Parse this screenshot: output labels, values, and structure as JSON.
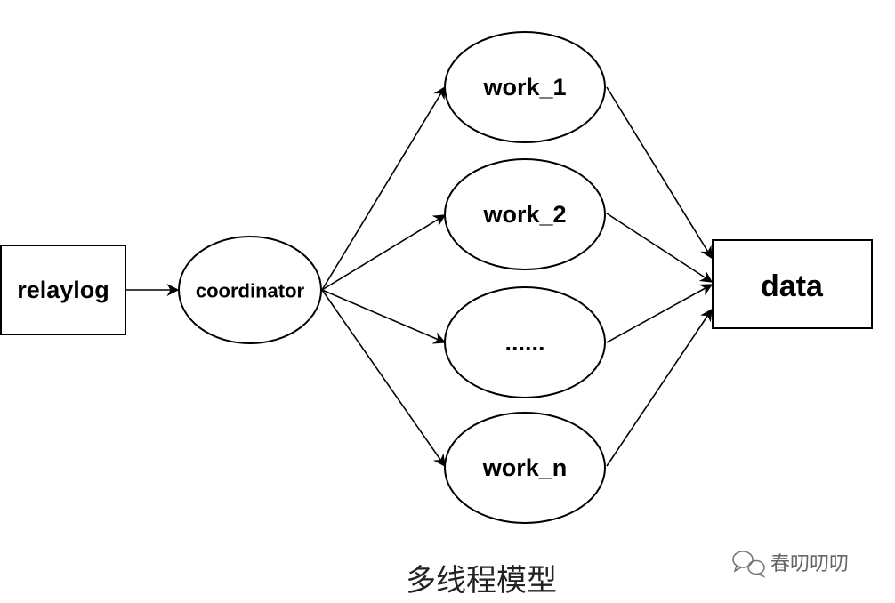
{
  "nodes": {
    "relaylog": "relaylog",
    "coordinator": "coordinator",
    "work_1": "work_1",
    "work_2": "work_2",
    "ellipsis": "......",
    "work_n": "work_n",
    "data": "data"
  },
  "edges": [
    {
      "from": "relaylog",
      "to": "coordinator"
    },
    {
      "from": "coordinator",
      "to": "work_1"
    },
    {
      "from": "coordinator",
      "to": "work_2"
    },
    {
      "from": "coordinator",
      "to": "ellipsis"
    },
    {
      "from": "coordinator",
      "to": "work_n"
    },
    {
      "from": "work_1",
      "to": "data"
    },
    {
      "from": "work_2",
      "to": "data"
    },
    {
      "from": "ellipsis",
      "to": "data"
    },
    {
      "from": "work_n",
      "to": "data"
    }
  ],
  "caption": "多线程模型",
  "watermark": "春叨叨叨",
  "colors": {
    "stroke": "#000000",
    "fill": "#ffffff",
    "caption": "#222222",
    "watermark": "#666666"
  },
  "icons": {
    "watermark": "wechat-icon"
  }
}
